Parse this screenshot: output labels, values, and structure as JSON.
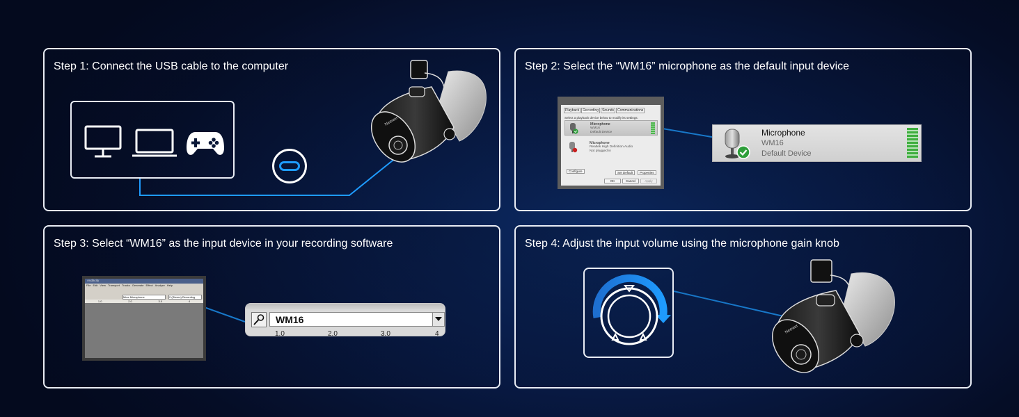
{
  "steps": {
    "step1": {
      "title": "Step 1: Connect the USB cable to the computer"
    },
    "step2": {
      "title": "Step 2: Select the “WM16” microphone as the default input device"
    },
    "step3": {
      "title": "Step 3: Select “WM16” as the input device in your recording software"
    },
    "step4": {
      "title": "Step 4: Adjust the input volume using the microphone gain knob"
    }
  },
  "step1_icons": [
    "monitor-icon",
    "laptop-icon",
    "gamepad-icon",
    "usb-c-icon"
  ],
  "sound_dialog": {
    "tabs": [
      "Playback",
      "Recording",
      "Sounds",
      "Communications"
    ],
    "instruction": "Select a playback device below to modify its settings:",
    "devices": [
      {
        "name": "Microphone",
        "detail": "WM16",
        "status": "Default Device"
      },
      {
        "name": "Microphone",
        "detail": "Realtek High Definition Audio",
        "status": "Not plugged in"
      }
    ],
    "configure_label": "Configure",
    "set_default_label": "Set Default",
    "properties_label": "Properties",
    "ok_label": "OK",
    "cancel_label": "Cancel",
    "apply_label": "Apply"
  },
  "zoomed_device": {
    "name": "Microphone",
    "detail": "WM16",
    "status": "Default Device"
  },
  "recorder": {
    "window_title": "Audacity",
    "menu": [
      "File",
      "Edit",
      "View",
      "Transport",
      "Tracks",
      "Generate",
      "Effect",
      "Analyze",
      "Help"
    ],
    "input_device": "Mine Microphone",
    "channels": "2 (Stereo) Recording",
    "ruler": [
      "1.0",
      "2.0",
      "3.0",
      "4"
    ]
  },
  "recorder_zoom": {
    "input_value": "WM16",
    "ruler": [
      "1.0",
      "2.0",
      "3.0",
      "4"
    ]
  },
  "colors": {
    "accent": "#1e9bff",
    "panel_border": "#e9edf5",
    "check_green": "#2e9e3a"
  }
}
